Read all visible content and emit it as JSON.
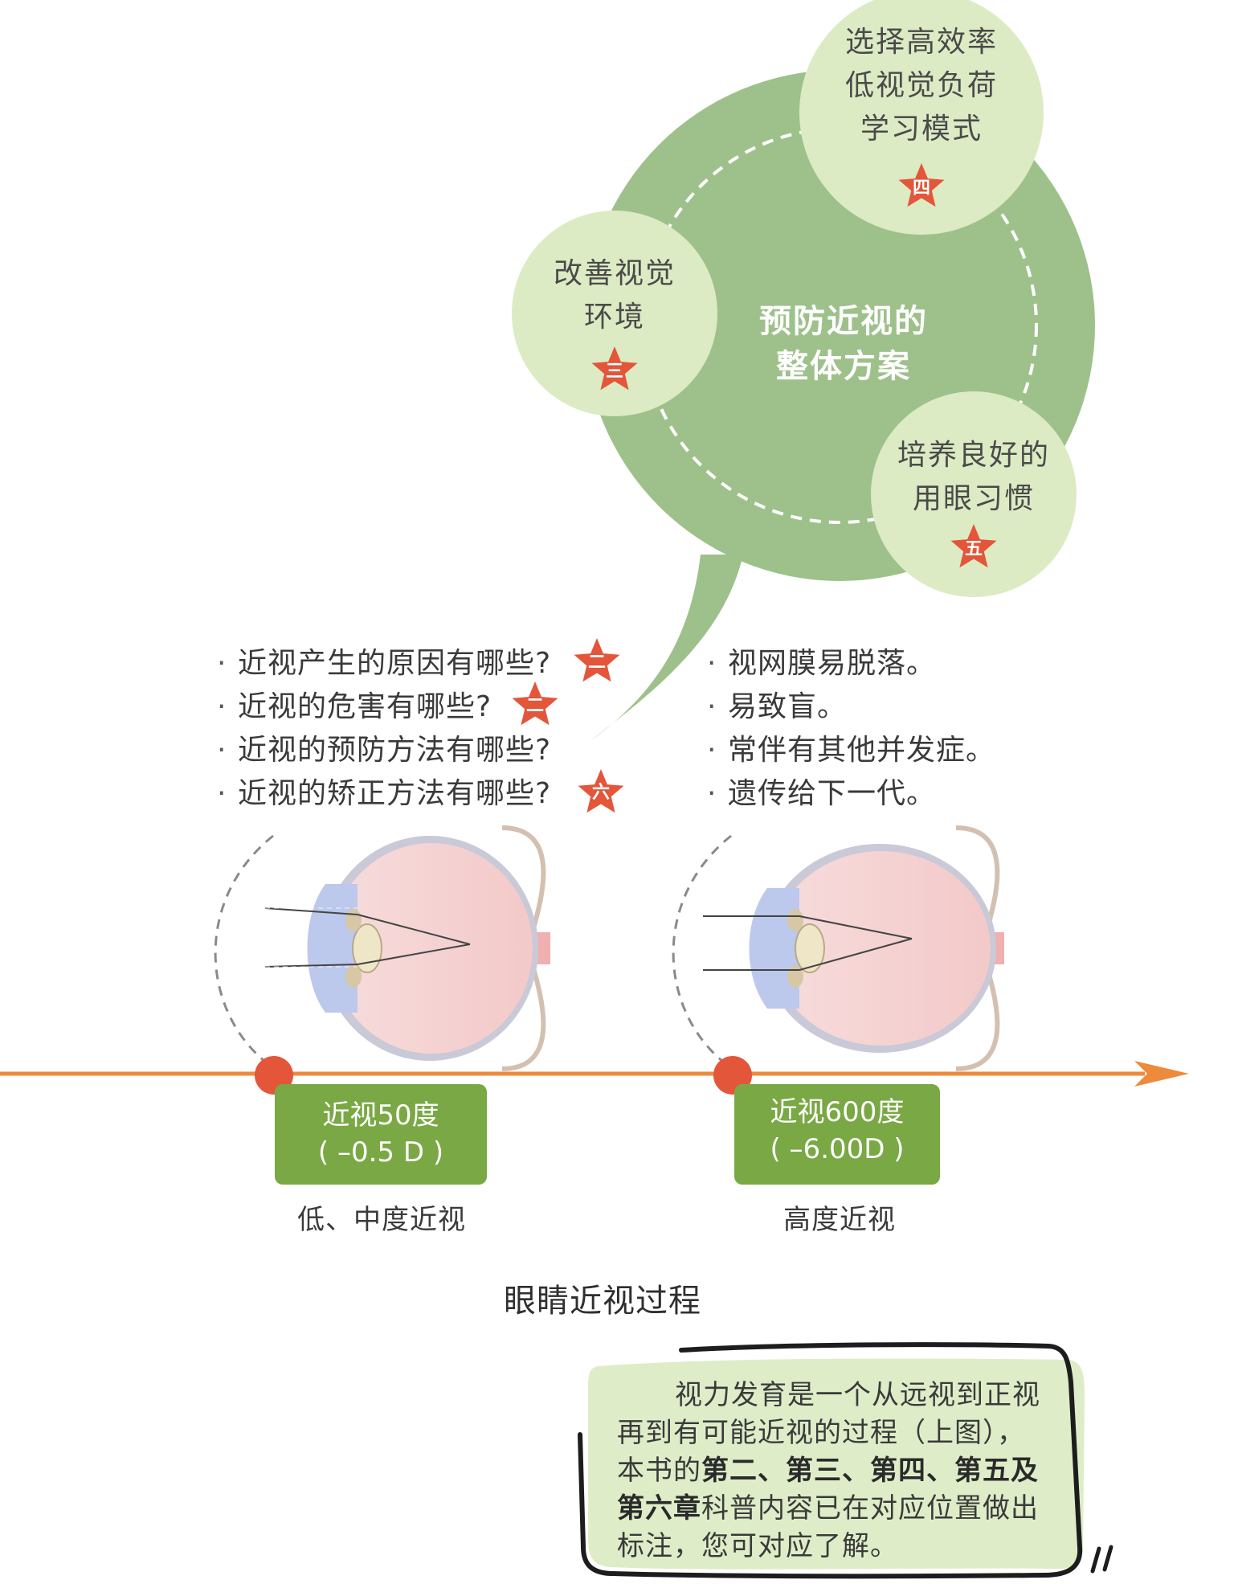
{
  "center": {
    "title_line1": "预防近视的",
    "title_line2": "整体方案"
  },
  "bubbles": [
    {
      "id": "learning",
      "lines": [
        "选择高效率",
        "低视觉负荷",
        "学习模式"
      ],
      "star": "四"
    },
    {
      "id": "environment",
      "lines": [
        "改善视觉",
        "环境"
      ],
      "star": "三"
    },
    {
      "id": "habits",
      "lines": [
        "培养良好的",
        "用眼习惯"
      ],
      "star": "五"
    }
  ],
  "left_list": [
    {
      "text": "近视产生的原因有哪些?",
      "star": "二"
    },
    {
      "text": "近视的危害有哪些?",
      "star": "二"
    },
    {
      "text": "近视的预防方法有哪些?",
      "star": ""
    },
    {
      "text": "近视的矫正方法有哪些?",
      "star": "六"
    }
  ],
  "right_list": [
    {
      "text": "视网膜易脱落。"
    },
    {
      "text": "易致盲。"
    },
    {
      "text": "常伴有其他并发症。"
    },
    {
      "text": "遗传给下一代。"
    }
  ],
  "bullet_char": "·",
  "stages": [
    {
      "label_line1": "近视50度",
      "label_line2": "( –0.5 D )",
      "caption": "低、中度近视"
    },
    {
      "label_line1": "近视600度",
      "label_line2": "( –6.00D )",
      "caption": "高度近视"
    }
  ],
  "diagram_title": "眼睛近视过程",
  "note": {
    "line1": "视力发育是一个从远视到正视",
    "line2": "再到有可能近视的过程（上图），",
    "line3_prefix": "本书的",
    "line3_bold": "第二、第三、第四、第五及",
    "line4_bold": "第六章",
    "line4_suffix": "科普内容已在对应位置做出",
    "line5": "标注，您可对应了解。"
  },
  "colors": {
    "big_circle": "#9ec18b",
    "small_circle": "#dcebc4",
    "star": "#e3563a",
    "timeline": "#ee8a3c",
    "stage_box": "#79a844",
    "note_bg": "#deedc8"
  },
  "icons": [
    "star-icon",
    "eye-cross-section-icon",
    "timeline-arrow-icon"
  ]
}
